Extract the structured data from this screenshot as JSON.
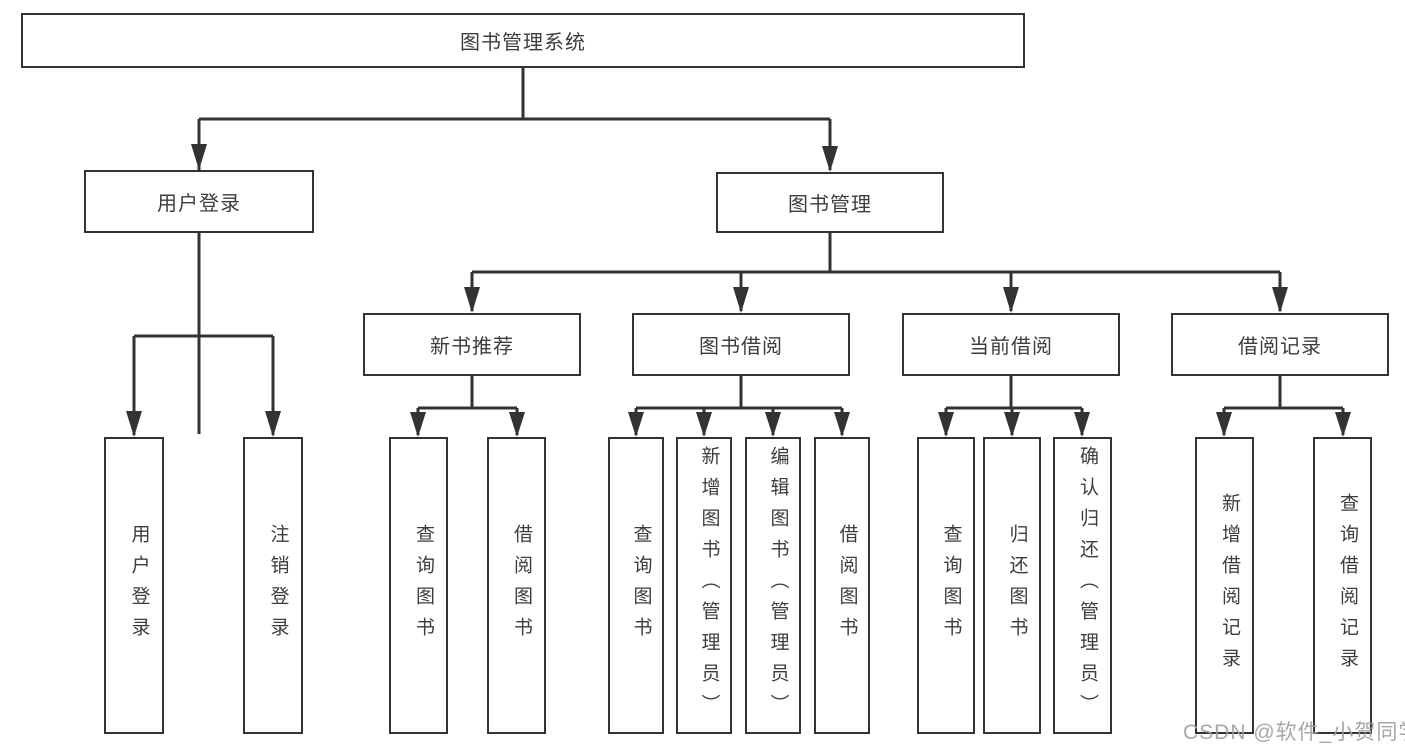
{
  "diagram": {
    "watermark": "CSDN @软件_小贺同学",
    "colors": {
      "line": "#333333",
      "text": "#3d3d3d",
      "watermark": "#9e9e9e",
      "background": "#ffffff"
    },
    "root": {
      "label": "图书管理系统"
    },
    "level2": [
      {
        "label": "用户登录"
      },
      {
        "label": "图书管理"
      }
    ],
    "level3": [
      {
        "label": "新书推荐"
      },
      {
        "label": "图书借阅"
      },
      {
        "label": "当前借阅"
      },
      {
        "label": "借阅记录"
      }
    ],
    "leaves": {
      "user_login": [
        "用户登录",
        "注销登录"
      ],
      "new_book_recommend": [
        "查询图书",
        "借阅图书"
      ],
      "book_borrow": [
        "查询图书",
        "新增图书（管理员）",
        "编辑图书（管理员）",
        "借阅图书"
      ],
      "current_borrow": [
        "查询图书",
        "归还图书",
        "确认归还（管理员）"
      ],
      "borrow_record": [
        "新增借阅记录",
        "查询借阅记录"
      ]
    }
  }
}
